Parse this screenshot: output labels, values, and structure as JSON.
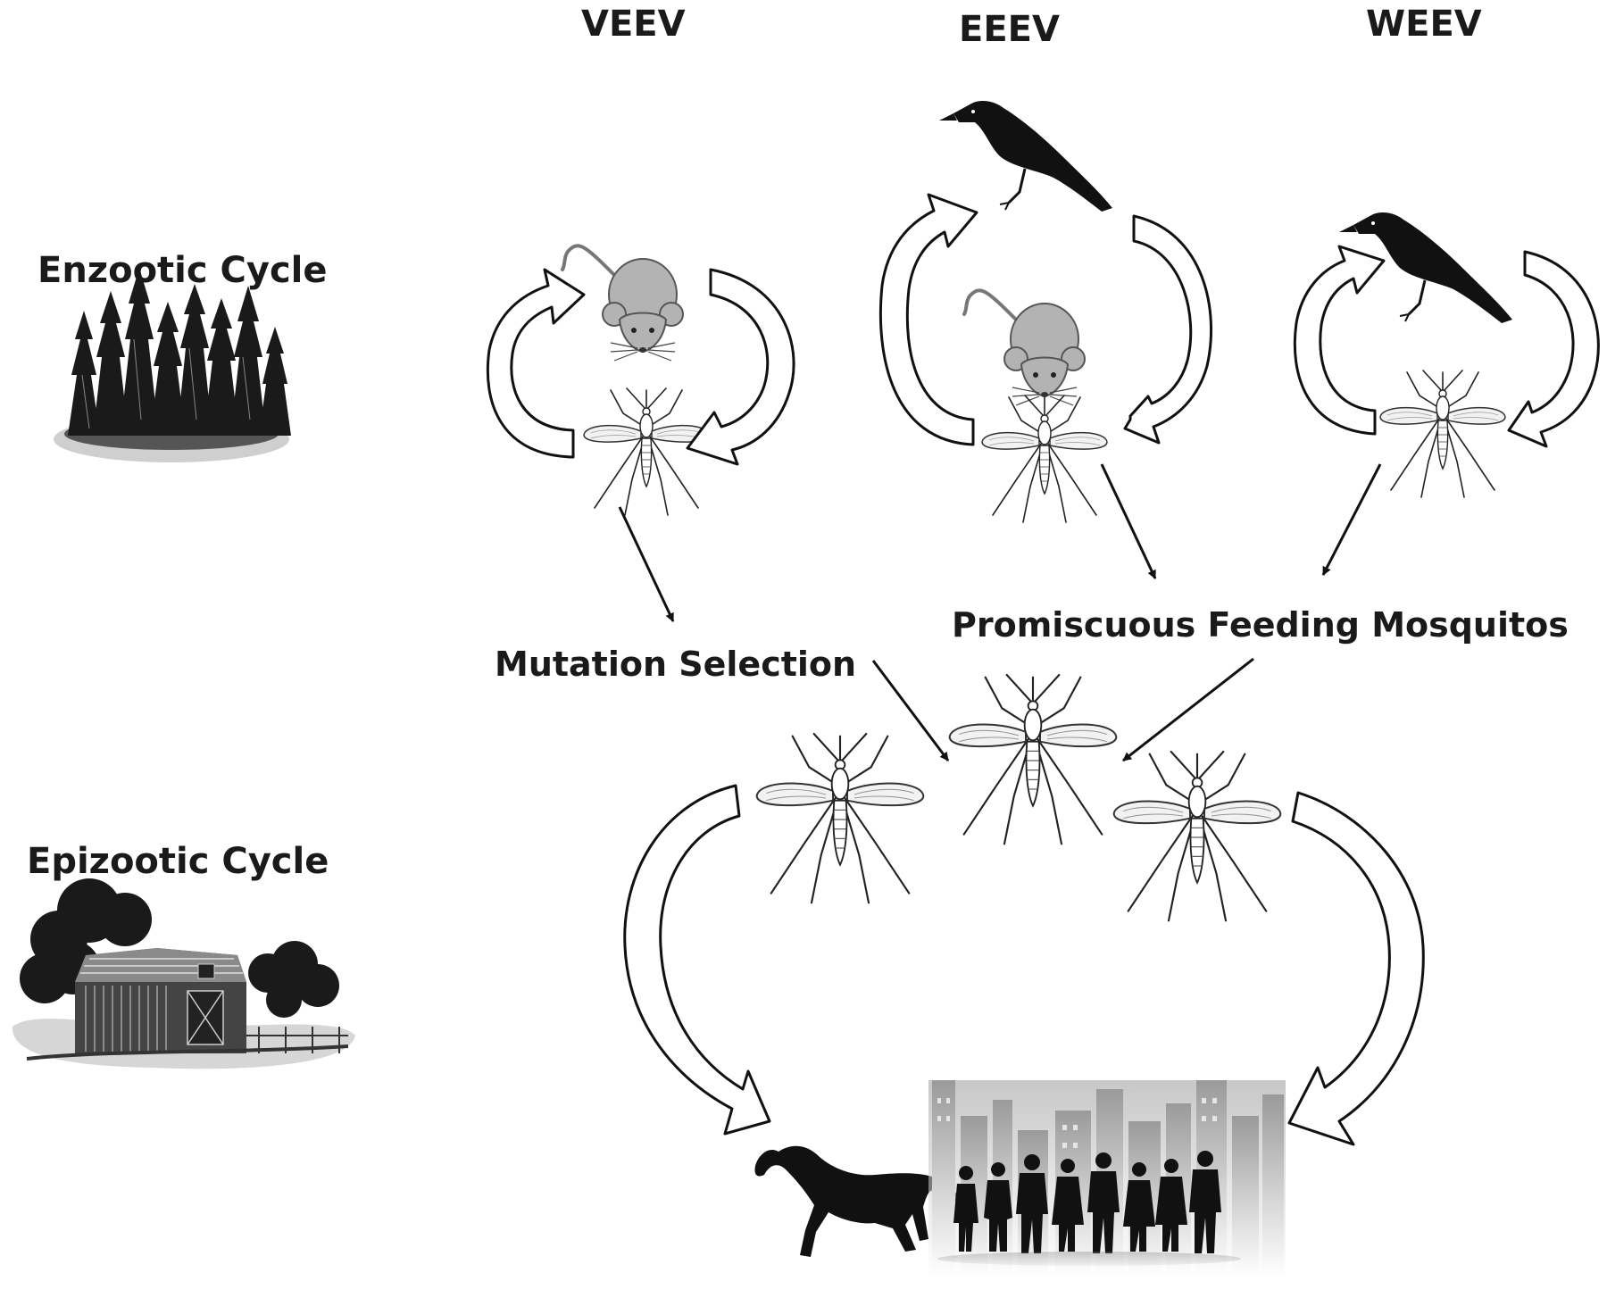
{
  "headers": {
    "veev": "VEEV",
    "eeev": "EEEV",
    "weev": "WEEV"
  },
  "cycles": {
    "enzootic": "Enzootic Cycle",
    "epizootic": "Epizootic Cycle"
  },
  "labels": {
    "mutation_selection": "Mutation Selection",
    "promiscuous_feeding": "Promiscuous Feeding Mosquitos"
  },
  "icons": [
    "forest-icon",
    "farm-barn-icon",
    "mouse-icon",
    "crow-icon",
    "mosquito-icon",
    "horse-icon",
    "human-crowd-icon",
    "city-skyline-icon"
  ],
  "colors": {
    "ink": "#111111",
    "mouse_fill": "#b3b3b3",
    "wing_fill": "#f2f2f2"
  }
}
